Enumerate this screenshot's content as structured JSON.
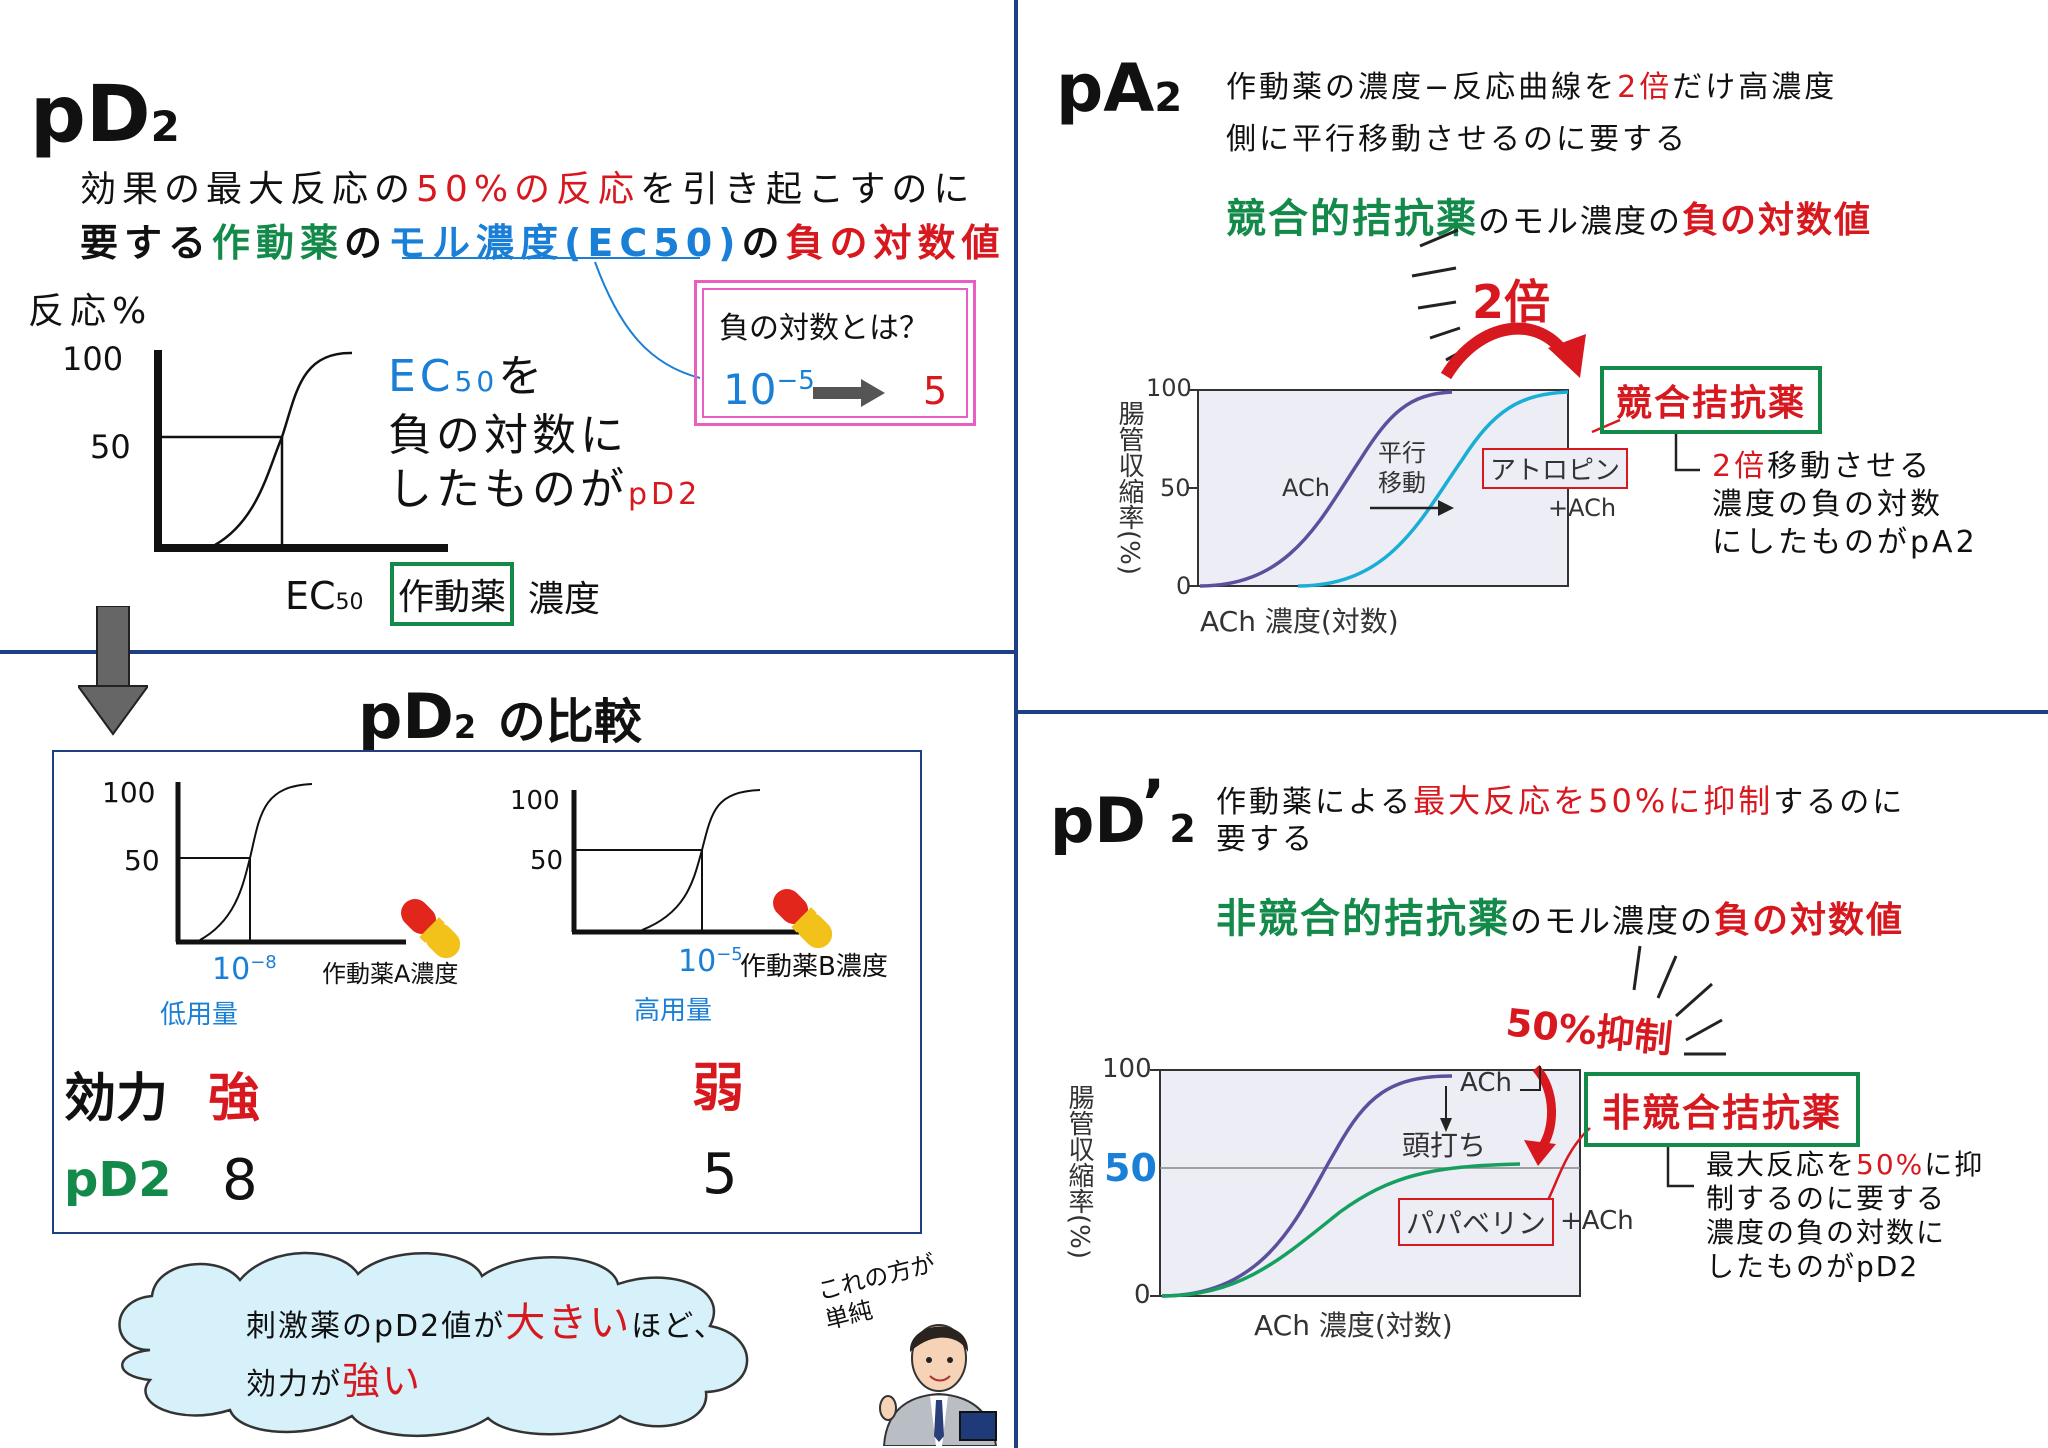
{
  "pd2": {
    "heading": "pD",
    "heading_sub": "2",
    "def_line1": [
      {
        "text": "効果の最大反応の",
        "color": "#111111"
      },
      {
        "text": "50%の反応",
        "color": "#d8181f"
      },
      {
        "text": "を引き起こすのに",
        "color": "#111111"
      }
    ],
    "def_line2": [
      {
        "text": "要する",
        "color": "#111111"
      },
      {
        "text": "作動薬",
        "color": "#138a4a"
      },
      {
        "text": "の",
        "color": "#111111"
      },
      {
        "text": "モル濃度(EC50)",
        "color": "#1a7fd6"
      },
      {
        "text": "の",
        "color": "#111111"
      },
      {
        "text": "負の対数値",
        "color": "#d8181f"
      }
    ],
    "yaxis_label": "反応%",
    "tick_100": "100",
    "tick_50": "50",
    "explain_ec": "EC",
    "explain_ec_sub": "50",
    "explain_wo": "を",
    "explain_line2": "負の対数に",
    "explain_line3": "したものが",
    "explain_pd2": "pD2",
    "xaxis_ec": "EC",
    "xaxis_ec_sub": "50",
    "xaxis_agonist": "作動薬",
    "xaxis_conc": "濃度",
    "box_title": "負の対数とは？",
    "box_base": "10",
    "box_exp": "−5",
    "box_result": "5"
  },
  "comparison": {
    "title": "pD",
    "title_sub": "2",
    "title_suffix": "の比較",
    "left": {
      "tick_100": "100",
      "tick_50": "50",
      "conc_base": "10",
      "conc_exp": "−8",
      "xlabel": "作動薬A濃度",
      "dose": "低用量"
    },
    "right": {
      "tick_100": "100",
      "tick_50": "50",
      "conc_base": "10",
      "conc_exp": "−5",
      "xlabel": "作動薬B濃度",
      "dose": "高用量"
    },
    "potency_label": "効力",
    "potency_left": "強",
    "potency_right": "弱",
    "pd2_label": "pD2",
    "pd2_left": "8",
    "pd2_right": "5"
  },
  "cloud": {
    "line1_a": "刺激薬のpD2値が",
    "line1_b": "大きい",
    "line1_c": "ほど、",
    "line2_a": "効力が",
    "line2_b": "強い"
  },
  "teacher": {
    "speech_line1": "これの方が",
    "speech_line2": "単純"
  },
  "pa2": {
    "heading": "pA",
    "heading_sub": "2",
    "def_line1_a": "作動薬の濃度−反応曲線を",
    "def_line1_b": "2倍",
    "def_line1_c": "だけ高濃度",
    "def_line2": "側に平行移動させるのに要する",
    "def_line3_a": "競合的拮抗薬",
    "def_line3_b": "のモル濃度の",
    "def_line3_c": "負の対数値",
    "double": "2倍",
    "antagonist_box": "競合拮抗薬",
    "note_line1_a": "2倍",
    "note_line1_b": "移動させる",
    "note_line2": "濃度の負の対数",
    "note_line3": "にしたものがpA2",
    "graph": {
      "ylabel": "腸管収縮率(%)",
      "tick_100": "100",
      "tick_50": "50",
      "tick_0": "0",
      "xlabel": "ACh 濃度(対数)",
      "ach_label": "ACh",
      "shift_line1": "平行",
      "shift_line2": "移動",
      "atropine": "アトロピン",
      "plus_ach": "+ACh"
    }
  },
  "pd2prime": {
    "heading": "pD",
    "heading_prime": "’",
    "heading_sub": "2",
    "def_line1_a": "作動薬による",
    "def_line1_b": "最大反応を50%に抑制",
    "def_line1_c": "するのに",
    "def_line2": "要する",
    "def_line3_a": "非競合的拮抗薬",
    "def_line3_b": "のモル濃度の",
    "def_line3_c": "負の対数値",
    "inhibit": "50%抑制",
    "antagonist_box": "非競合拮抗薬",
    "note_line1_a": "最大反応を",
    "note_line1_b": "50%",
    "note_line1_c": "に抑",
    "note_line2": "制するのに要する",
    "note_line3": "濃度の負の対数に",
    "note_line4": "したものがpD2",
    "graph": {
      "ylabel": "腸管収縮率(%)",
      "tick_100": "100",
      "tick_50": "50",
      "tick_0": "0",
      "xlabel": "ACh 濃度(対数)",
      "ach_label": "ACh",
      "ceiling": "頭打ち",
      "papaverine": "パパベリン",
      "plus_ach": "+ACh"
    }
  },
  "colors": {
    "red": "#d8181f",
    "green": "#138a4a",
    "blue": "#1a7fd6",
    "divider": "#1f3f85",
    "purple_curve": "#5c4f9e",
    "cyan_curve": "#1aaed6",
    "green_curve": "#15a060",
    "cloud": "#d7f1fa",
    "box_pink": "#e85fc1"
  }
}
